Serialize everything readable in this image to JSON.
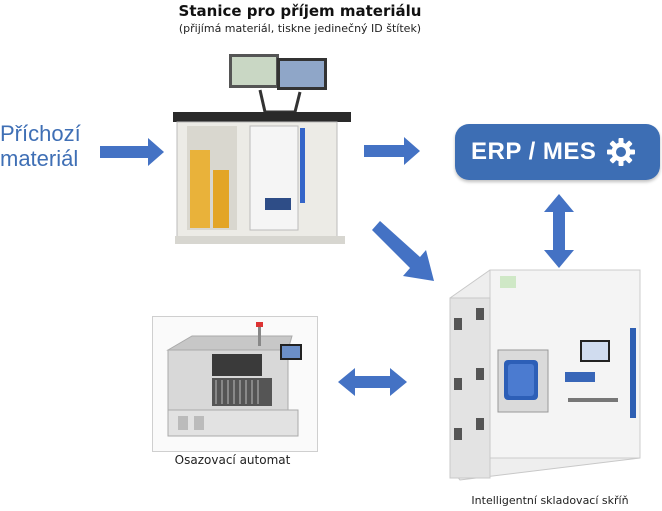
{
  "station": {
    "title": "Stanice pro příjem materiálu",
    "subtitle": "(přijímá materiál, tiskne jedinečný ID štítek)"
  },
  "incoming": {
    "line1": "Příchozí",
    "line2": "materiál"
  },
  "erp": {
    "label": "ERP / MES",
    "icon": "gear-icon"
  },
  "placement": {
    "caption": "Osazovací automat"
  },
  "storage": {
    "caption": "Intelligentní skladovací skříň"
  },
  "colors": {
    "accent": "#3d6eb4",
    "arrow": "#4472c4"
  }
}
